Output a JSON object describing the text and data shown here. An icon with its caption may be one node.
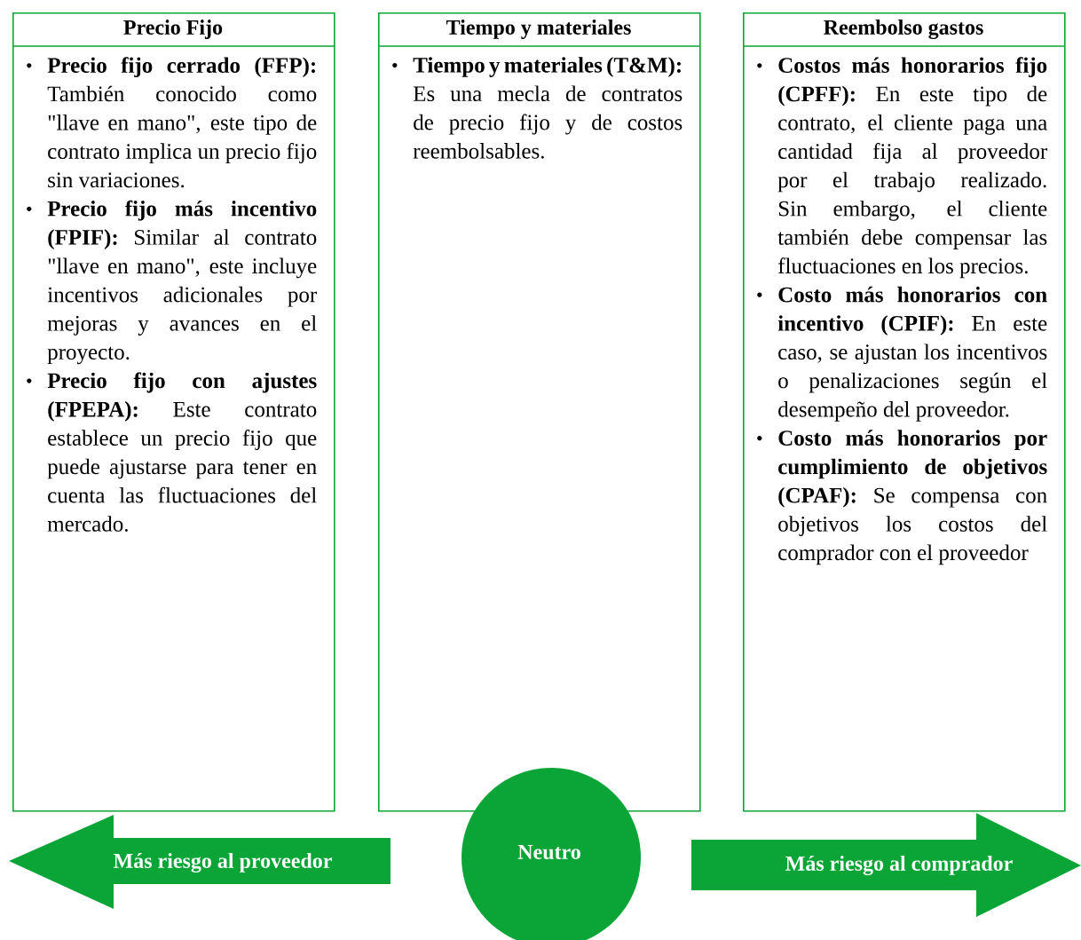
{
  "diagram": {
    "nodes": [
      {
        "text": [
          "Precio Fijo",
          "**Precio fijo cerrado (FFP):** También conocido como \"llave en mano\", este tipo de contrato implica un precio fijo sin variaciones.",
          "**Precio fijo más incentivo (FPIF):** Similar al contrato \"llave en mano\", este incluye incentivos adicionales por mejoras y avances en el proyecto.",
          "**Precio fijo con ajustes (FPEPA):** Este contrato establece un precio fijo que puede ajustarse para tener en cuenta las fluctuaciones del mercado."
        ]
      },
      {
        "text": [
          "Tiempo y materiales",
          "**Tiempo y materiales (T&M):** Es una mecla de contratos de precio fijo y de costos reembolsables."
        ]
      },
      {
        "text": [
          "Reembolso gastos",
          "**Costos más honorarios fijo (CPFF):** En este tipo de contrato, el cliente paga una cantidad fija al proveedor por el trabajo realizado. Sin embargo, el cliente también debe compensar las fluctuaciones en los precios.",
          "**Costo más honorarios con incentivo (CPIF):** En este caso, se ajustan los incentivos o penalizaciones según el desempeño del proveedor.",
          "**Costo más honorarios por cumplimiento de objetivos (CPAF):** Se compensa con objetivos los costos del comprador con el proveedor"
        ]
      },
      {
        "text": [
          "Más riesgo al proveedor"
        ]
      },
      {
        "text": [
          "Neutro"
        ]
      },
      {
        "text": [
          "Más riesgo al comprador"
        ]
      }
    ]
  }
}
